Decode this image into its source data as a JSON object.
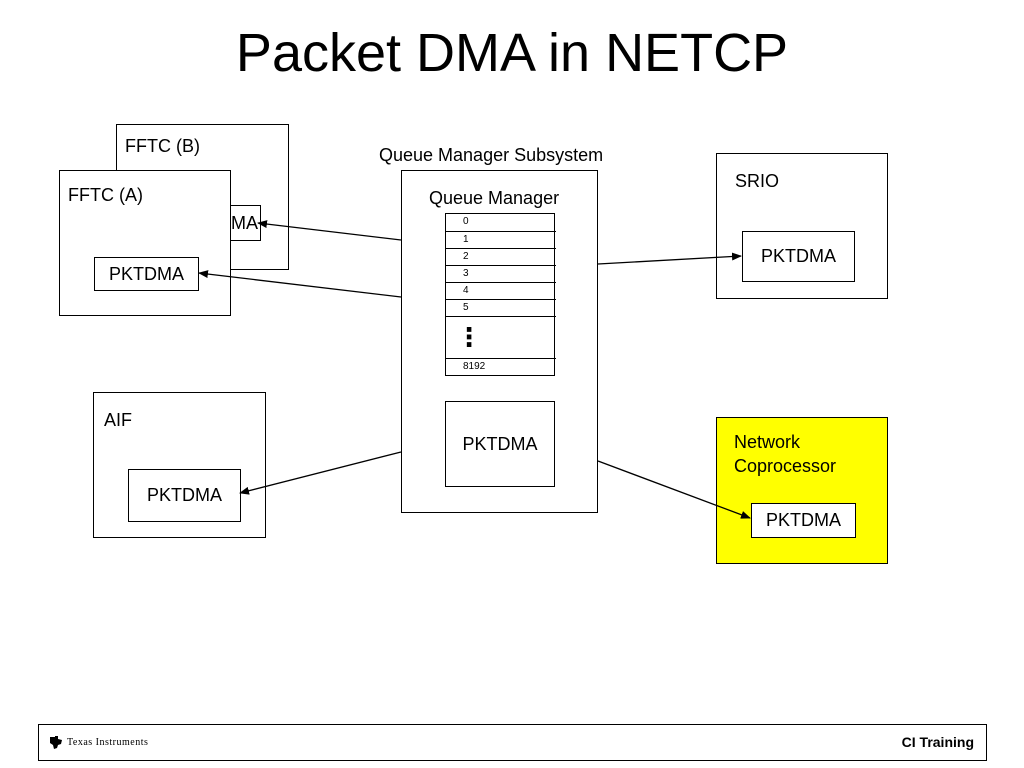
{
  "title": "Packet DMA in NETCP",
  "fftc_b": {
    "label": "FFTC (B)",
    "pktdma_label_partial": "MA"
  },
  "fftc_a": {
    "label": "FFTC (A)",
    "pktdma_label": "PKTDMA"
  },
  "aif": {
    "label": "AIF",
    "pktdma_label": "PKTDMA"
  },
  "qms": {
    "subsystem_label": "Queue Manager Subsystem",
    "queue_manager_label": "Queue Manager",
    "queues": [
      "0",
      "1",
      "2",
      "3",
      "4",
      "5"
    ],
    "ellipsis": "⋮",
    "last_queue": "8192",
    "pktdma_label": "PKTDMA"
  },
  "srio": {
    "label": "SRIO",
    "pktdma_label": "PKTDMA"
  },
  "netcp": {
    "label_line1": "Network",
    "label_line2": "Coprocessor",
    "pktdma_label": "PKTDMA",
    "fill_color": "#ffff00"
  },
  "footer": {
    "logo_icon": "ti-logo-icon",
    "company": "Texas Instruments",
    "training": "CI Training"
  }
}
